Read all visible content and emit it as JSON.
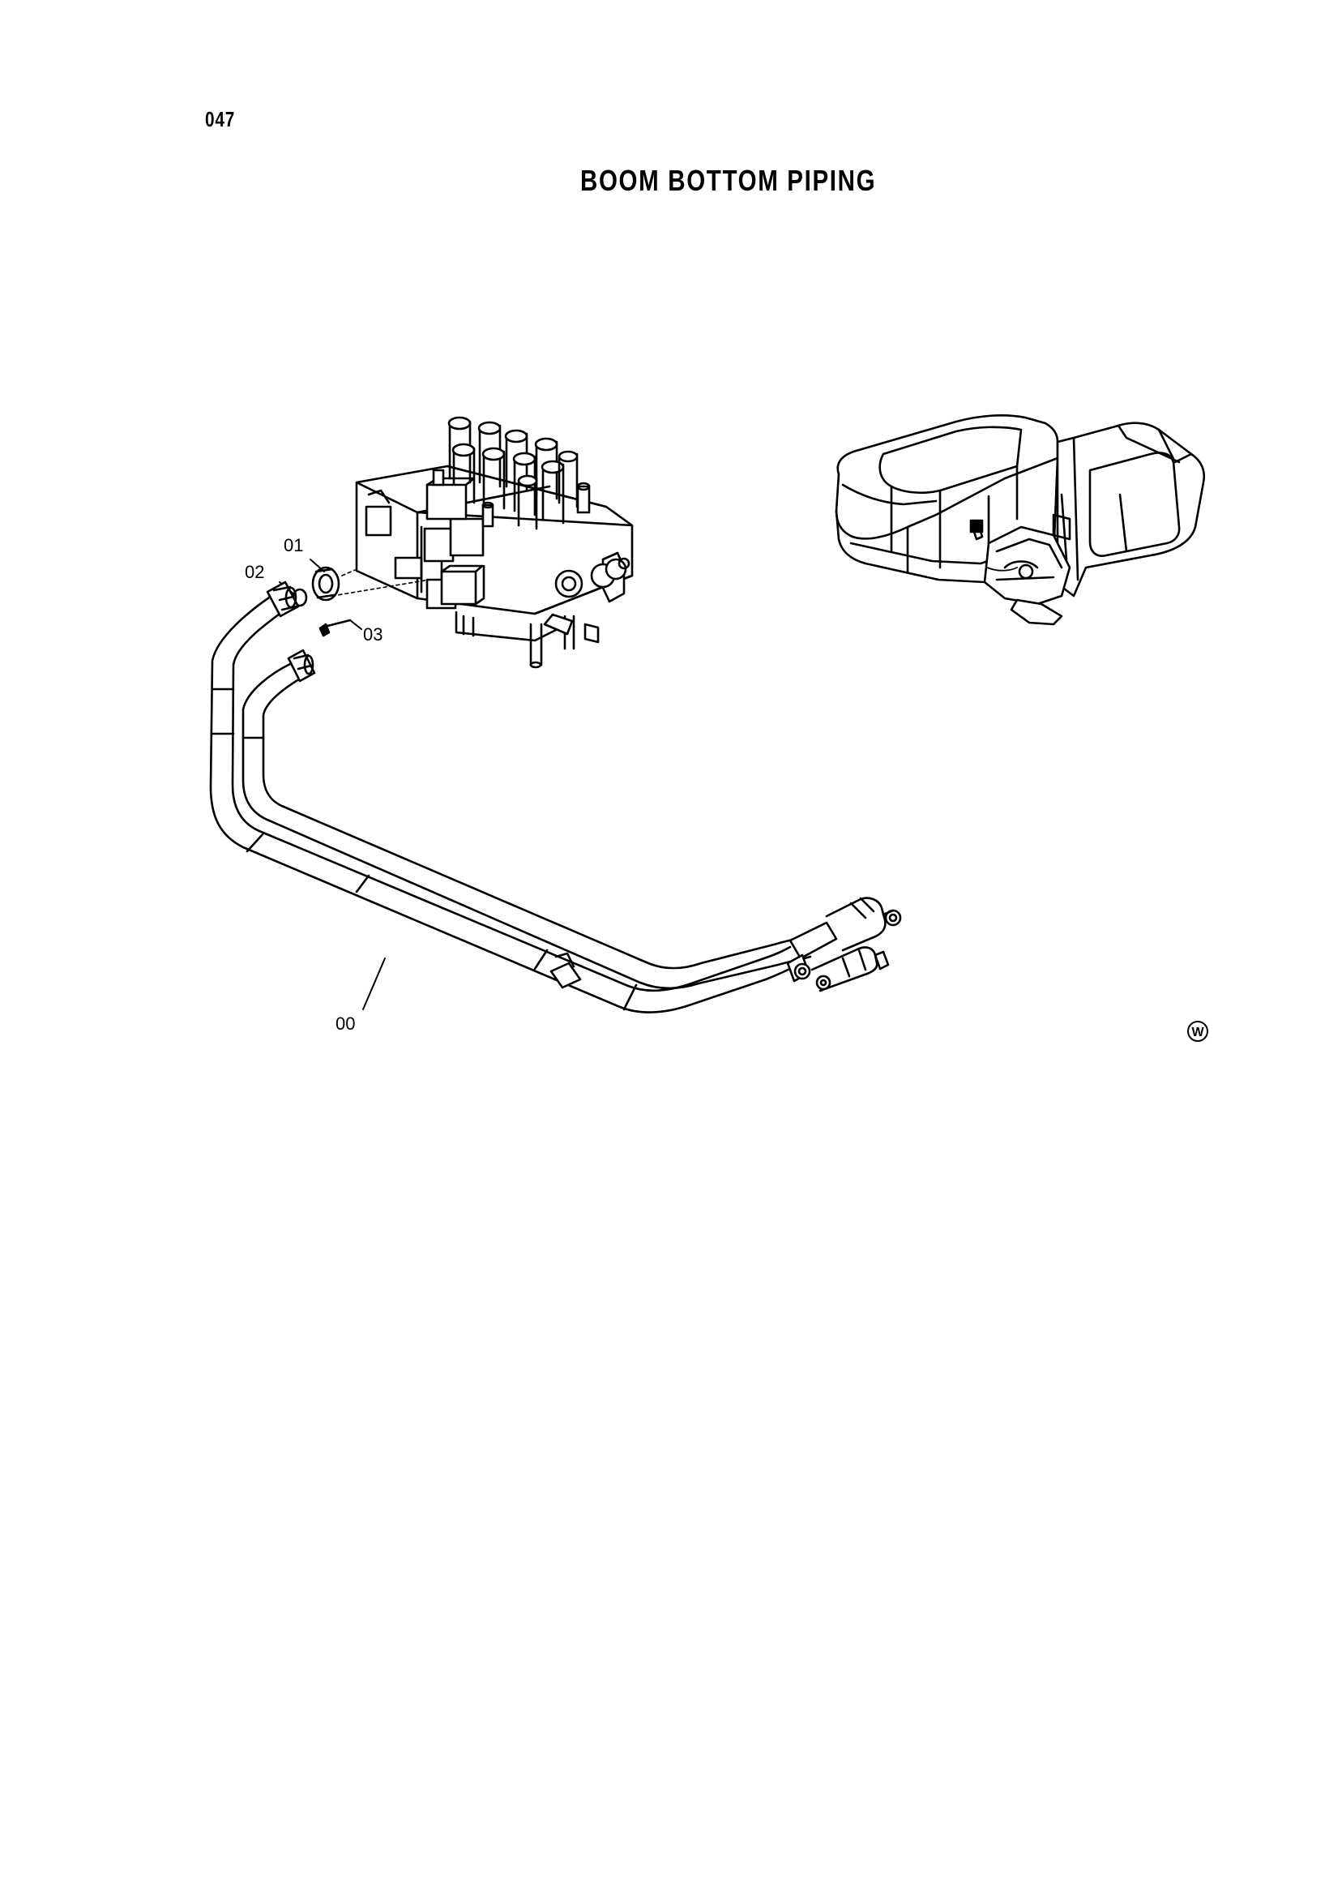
{
  "page": {
    "number": "047",
    "title": "BOOM BOTTOM PIPING"
  },
  "callouts": {
    "c01": "01",
    "c02": "02",
    "c03": "03",
    "c00": "00"
  },
  "corner_mark": "W",
  "colors": {
    "ink": "#000000",
    "paper": "#ffffff"
  }
}
